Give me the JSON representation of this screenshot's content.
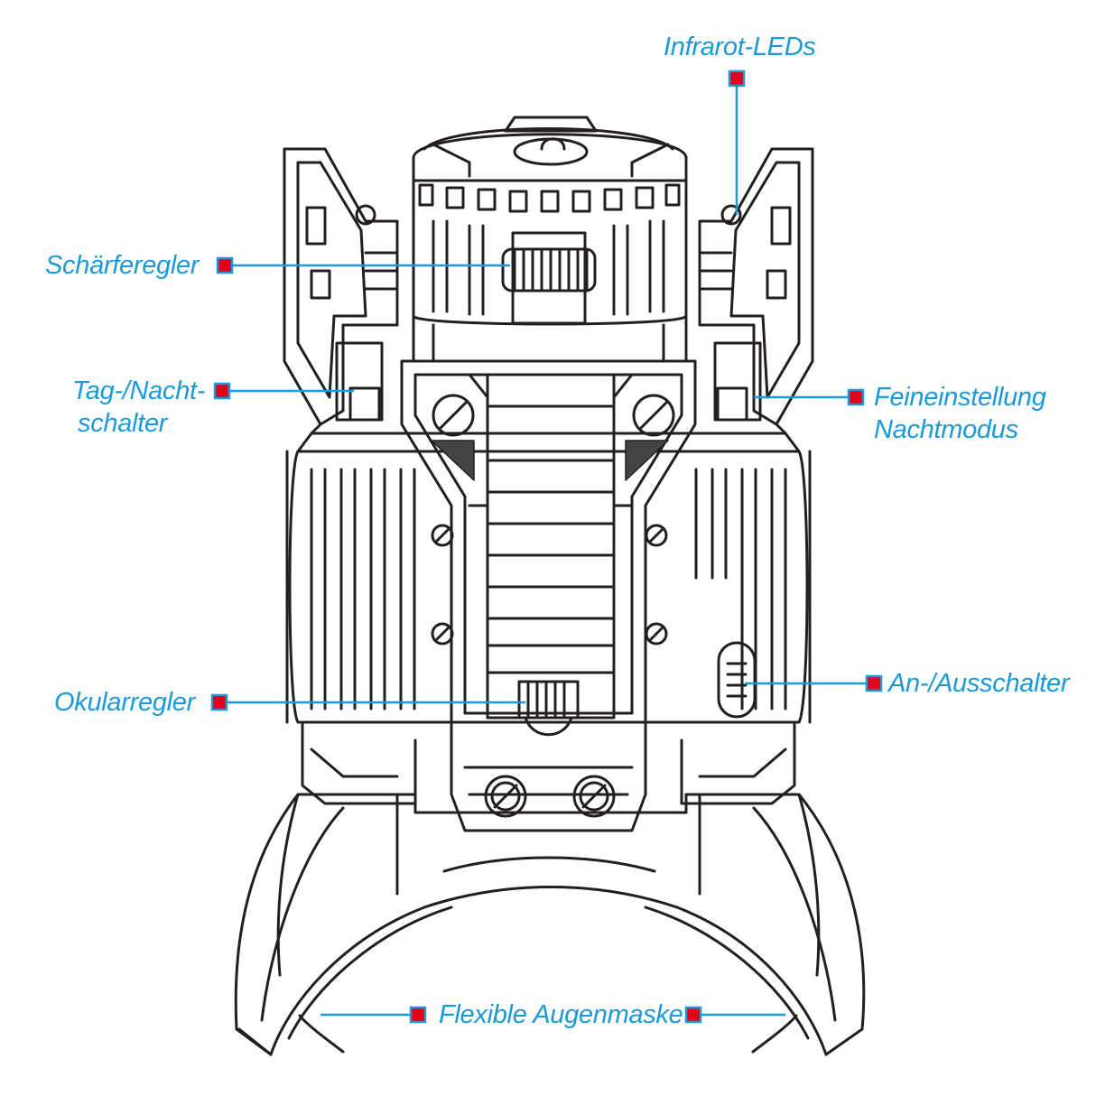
{
  "colors": {
    "label": "#1a9ad9",
    "leader_line": "#1a9ad9",
    "marker_fill": "#e2001a",
    "marker_border": "#1a9ad9",
    "drawing_stroke": "#231f20"
  },
  "labels": {
    "infrarot": "Infrarot-LEDs",
    "schaerferegler": "Schärferegler",
    "tag_nacht_line1": "Tag-/Nacht-",
    "tag_nacht_line2": "schalter",
    "feineinstellung_line1": "Feineinstellung",
    "feineinstellung_line2": "Nachtmodus",
    "okularregler": "Okularregler",
    "an_aus": "An-/Ausschalter",
    "augenmaske": "Flexible Augenmaske"
  },
  "icons": {
    "marker": "square-marker-icon",
    "device": "night-vision-binocular-line-drawing"
  }
}
